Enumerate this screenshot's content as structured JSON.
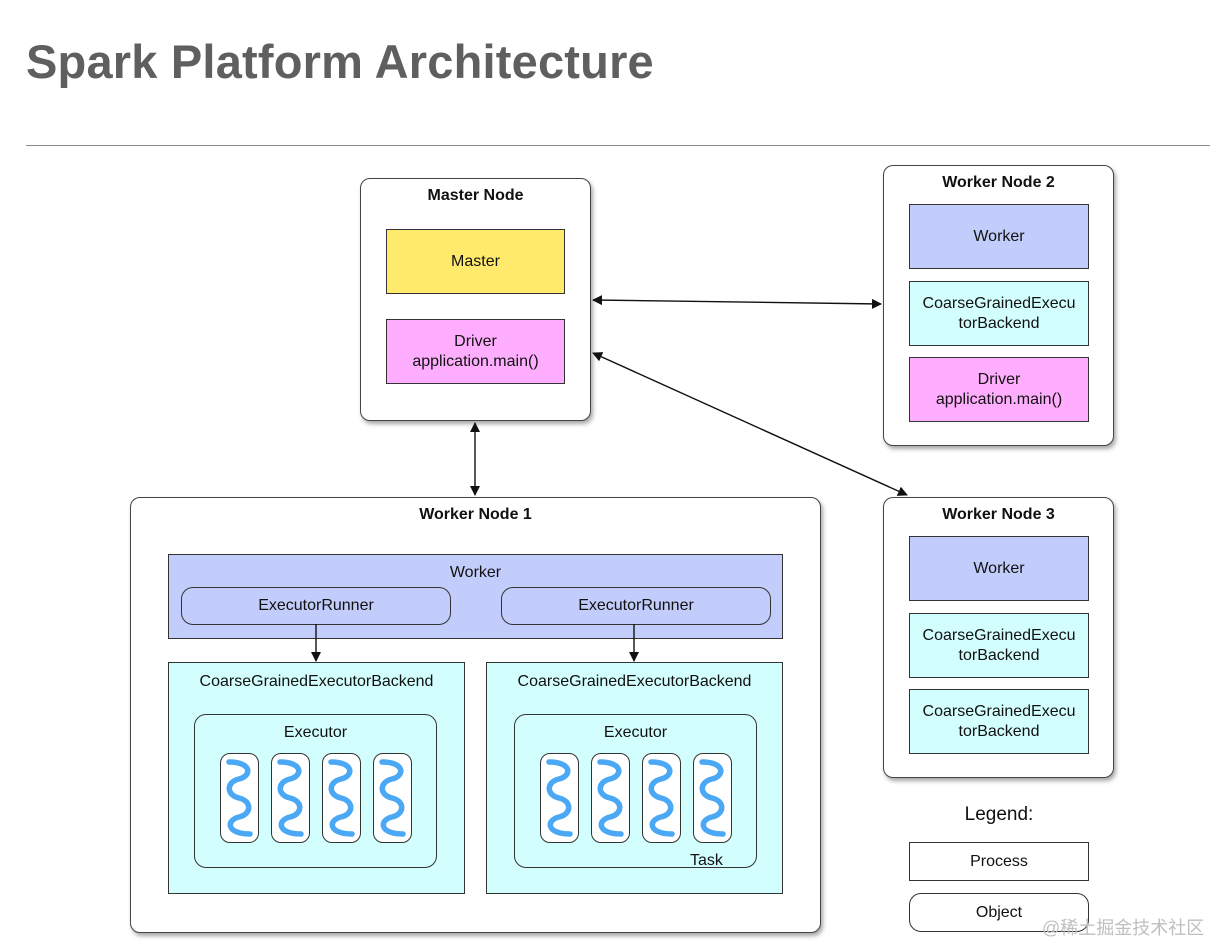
{
  "page": {
    "title": "Spark Platform Architecture"
  },
  "master_node": {
    "title": "Master Node",
    "master": "Master",
    "driver_line1": "Driver",
    "driver_line2": "application.main()"
  },
  "worker_node_1": {
    "title": "Worker Node 1",
    "worker": "Worker",
    "runner_left": "ExecutorRunner",
    "runner_right": "ExecutorRunner",
    "backend_left": "CoarseGrainedExecutorBackend",
    "backend_right": "CoarseGrainedExecutorBackend",
    "executor_left": "Executor",
    "executor_right": "Executor",
    "task_label": "Task"
  },
  "worker_node_2": {
    "title": "Worker Node 2",
    "worker": "Worker",
    "backend_line1": "CoarseGrainedExecu",
    "backend_line2": "torBackend",
    "driver_line1": "Driver",
    "driver_line2": "application.main()"
  },
  "worker_node_3": {
    "title": "Worker Node 3",
    "worker": "Worker",
    "backend1_line1": "CoarseGrainedExecu",
    "backend1_line2": "torBackend",
    "backend2_line1": "CoarseGrainedExecu",
    "backend2_line2": "torBackend"
  },
  "legend": {
    "title": "Legend:",
    "process": "Process",
    "object": "Object"
  },
  "watermark": "@稀土掘金技术社区",
  "colors": {
    "master": "#ffea6b",
    "driver": "#ffadfe",
    "worker": "#c3cdfc",
    "backend": "#d3fefe",
    "thread": "#4aa8f5",
    "title": "#5f5f5f"
  }
}
